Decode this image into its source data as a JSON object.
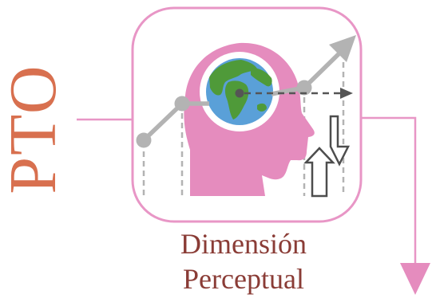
{
  "side_label": "PTO",
  "caption": {
    "line1": "Dimensión",
    "line2": "Perceptual"
  },
  "colors": {
    "pink": "#e58cbe",
    "pink_light": "#e896c6",
    "label_orange": "#d8704f",
    "caption_brown": "#8a3c36",
    "gray": "#b3b3b3",
    "ocean": "#5aa0d8",
    "land": "#4f9a39",
    "arrow_dark": "#4d4d4d"
  },
  "icons": [
    "head-silhouette-icon",
    "globe-icon",
    "trend-line-icon",
    "up-down-arrows-icon",
    "dashed-arrow-icon",
    "down-arrow-icon"
  ]
}
